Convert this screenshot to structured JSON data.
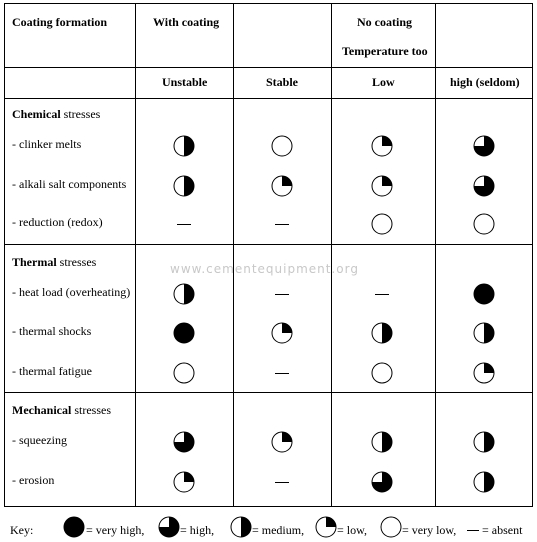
{
  "header": {
    "coating_formation": "Coating formation",
    "with_coating": "With coating",
    "no_coating": "No coating",
    "temperature_too": "Temperature too",
    "unstable": "Unstable",
    "stable": "Stable",
    "low": "Low",
    "high_seldom": "high (seldom)"
  },
  "sections": [
    {
      "title_bold": "Chemical",
      "title_rest": " stresses",
      "rows": [
        {
          "label": "- clinker melts",
          "values": [
            "medium",
            "very low",
            "low",
            "high"
          ]
        },
        {
          "label": "- alkali salt components",
          "values": [
            "medium",
            "low",
            "low",
            "high"
          ]
        },
        {
          "label": "- reduction (redox)",
          "values": [
            "absent",
            "absent",
            "very low",
            "very low"
          ]
        }
      ]
    },
    {
      "title_bold": "Thermal",
      "title_rest": " stresses",
      "rows": [
        {
          "label": "- heat load (overheating)",
          "values": [
            "medium",
            "absent",
            "absent",
            "very high"
          ]
        },
        {
          "label": "- thermal shocks",
          "values": [
            "very high",
            "low",
            "medium",
            "medium"
          ]
        },
        {
          "label": "- thermal fatigue",
          "values": [
            "very low",
            "absent",
            "very low",
            "low"
          ]
        }
      ]
    },
    {
      "title_bold": "Mechanical",
      "title_rest": " stresses",
      "rows": [
        {
          "label": "- squeezing",
          "values": [
            "high",
            "low",
            "medium",
            "medium"
          ]
        },
        {
          "label": "- erosion",
          "values": [
            "low",
            "absent",
            "high",
            "medium"
          ]
        }
      ]
    }
  ],
  "watermark": "www.cementequipment.org",
  "key": {
    "label": "Key:",
    "very_high": "= very high,",
    "high": "= high,",
    "medium": "= medium,",
    "low": "= low,",
    "very_low": "= very low,",
    "absent": "= absent"
  }
}
